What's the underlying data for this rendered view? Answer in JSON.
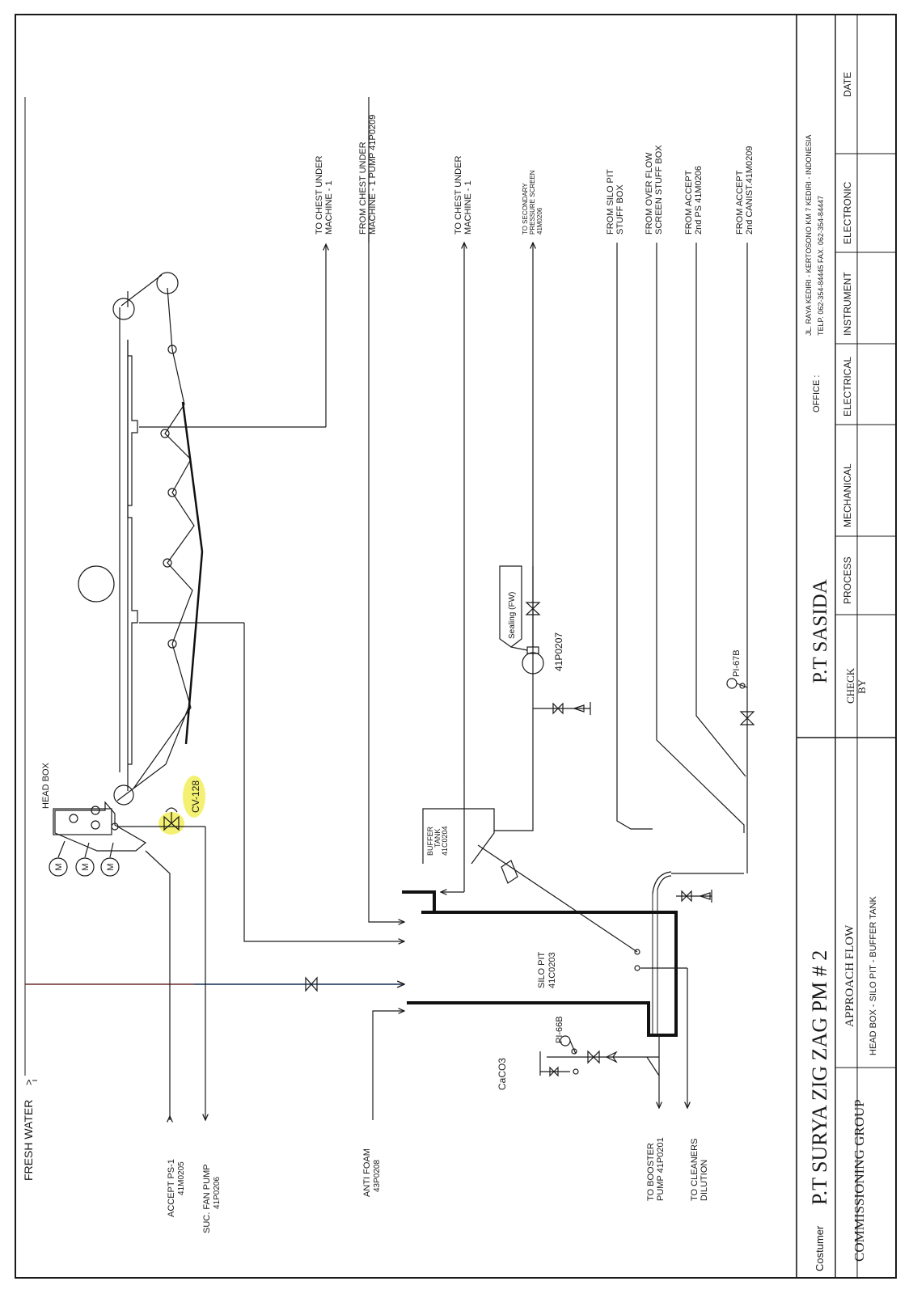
{
  "labels": {
    "fresh_water": "FRESH WATER",
    "head_box": "HEAD BOX",
    "cv128": "CV-128",
    "accept_ps1": "ACCEPT PS-1",
    "accept_ps1_tag": "41M0205",
    "suc_fan_pump": "SUC. FAN PUMP",
    "suc_fan_pump_tag": "41P0206",
    "anti_foam": "ANTI FOAM",
    "anti_foam_tag": "43P0208",
    "to_chest_under_1a": "TO CHEST UNDER",
    "to_chest_under_1b": "MACHINE - 1",
    "from_chest_under_a": "FROM  CHEST UNDER",
    "from_chest_under_b": "MACHINE - 1 PUMP 41P0209",
    "to_chest_under_2a": "TO CHEST UNDER",
    "to_chest_under_2b": "MACHINE - 1",
    "to_secondary_a": "TO SECONDARY",
    "to_secondary_b": "PRESSURE SCREEN",
    "to_secondary_c": "41M0206",
    "from_silo_pit_a": "FROM SILO PIT",
    "from_silo_pit_b": "STUFF BOX",
    "from_over_flow_a": "FROM OVER FLOW",
    "from_over_flow_b": "SCREEN STUFF BOX",
    "from_accept_2ps_a": "FROM ACCEPT",
    "from_accept_2ps_b": "2nd PS 41M0206",
    "from_accept_canist_a": "FROM ACCEPT",
    "from_accept_canist_b": "2nd CANIST.41M0209",
    "sealing": "Sealing (FW)",
    "pump_tag": "41P0207",
    "pi67b": "PI-67B",
    "pi66b": "PI-66B",
    "caco3": "CaCO3",
    "buffer_tank_a": "BUFFER",
    "buffer_tank_b": "TANK",
    "buffer_tank_c": "41C0204",
    "silo_pit_a": "SILO PIT",
    "silo_pit_b": "41C0203",
    "to_booster_a": "TO BOOSTER",
    "to_booster_b": "PUMP 41P0201",
    "to_cleaners_a": "TO CLEANERS",
    "to_cleaners_b": "DILUTION",
    "motor": "M"
  },
  "title_block": {
    "costumer_label": "Costumer",
    "costumer_name": "P.T SURYA ZIG ZAG PM # 2",
    "group": "COMMISSIONING GROUP",
    "drawing_title": "APPROACH FLOW",
    "drawing_subtitle": "HEAD BOX - SILO PIT - BUFFER TANK",
    "company": "P.T SASIDA",
    "check_by": "CHECK\nBY",
    "check": "CHECK",
    "by": "BY",
    "office_label": "OFFICE :",
    "address_1": "JL. RAYA KEDIRI - KERTOSONO KM 7 KEDIRI - INDONESIA",
    "address_2": "TELP. 062-354-84445    FAX. 062-354-84447",
    "disciplines": [
      "PROCESS",
      "MECHANICAL",
      "ELECTRICAL",
      "INSTRUMENT",
      "ELECTRONIC",
      "DATE"
    ]
  },
  "colors": {
    "line": "#1a1a1a",
    "highlight": "#f3f063",
    "fresh_water_line": "#2b4f7a",
    "red_line": "#6b2a2a"
  }
}
